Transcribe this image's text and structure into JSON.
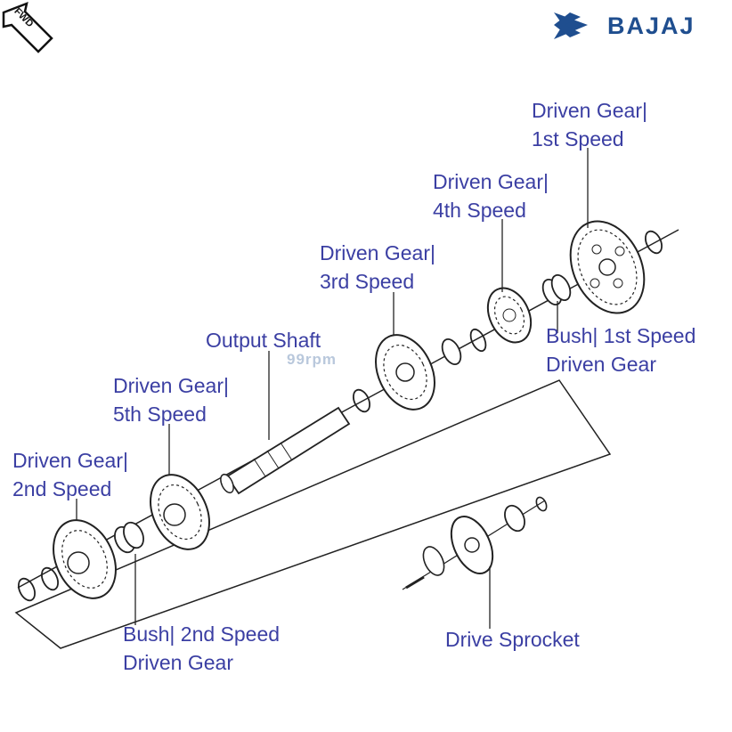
{
  "header": {
    "brand": "BAJAJ",
    "direction": "FWD"
  },
  "watermark": "99rpm",
  "labels": {
    "driven_gear_1st": [
      "Driven Gear|",
      "1st Speed"
    ],
    "driven_gear_4th": [
      "Driven Gear|",
      "4th Speed"
    ],
    "driven_gear_3rd": [
      "Driven Gear|",
      "3rd Speed"
    ],
    "output_shaft": "Output Shaft",
    "bush_1st": [
      "Bush| 1st Speed",
      "Driven Gear"
    ],
    "driven_gear_5th": [
      "Driven Gear|",
      "5th Speed"
    ],
    "driven_gear_2nd": [
      "Driven Gear|",
      "2nd Speed"
    ],
    "bush_2nd": [
      "Bush| 2nd Speed",
      "Driven Gear"
    ],
    "drive_sprocket": "Drive Sprocket"
  },
  "colors": {
    "label": "#3b3fa3",
    "brand": "#1f4e8f",
    "line": "#222222"
  }
}
